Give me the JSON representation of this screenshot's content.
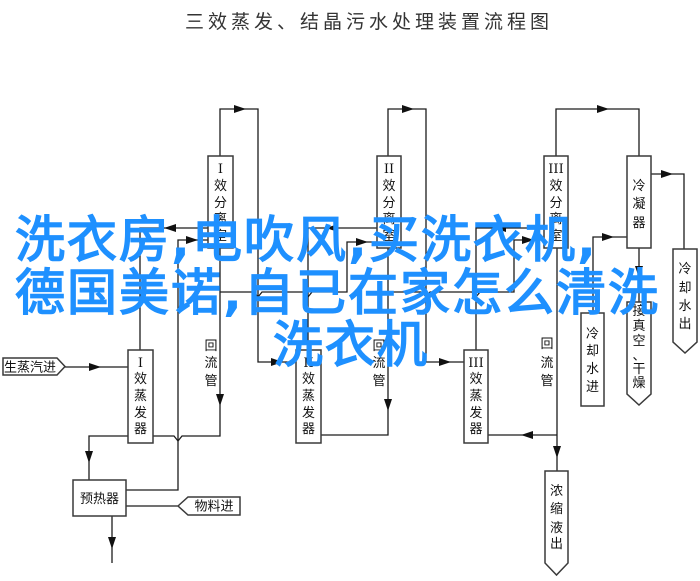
{
  "title": "三效蒸发、结晶污水处理装置流程图",
  "units": {
    "separator_1": {
      "lines": [
        "I",
        "效",
        "分",
        "离",
        "室"
      ]
    },
    "separator_2": {
      "lines": [
        "II",
        "效",
        "分",
        "离",
        "室"
      ]
    },
    "separator_3": {
      "lines": [
        "III",
        "效",
        "分",
        "离",
        "室"
      ]
    },
    "evaporator_1": {
      "lines": [
        "I",
        "效",
        "蒸",
        "发",
        "器"
      ]
    },
    "evaporator_2": {
      "lines": [
        "II",
        "效",
        "蒸",
        "发",
        "器"
      ]
    },
    "evaporator_3": {
      "lines": [
        "III",
        "效",
        "蒸",
        "发",
        "器"
      ]
    },
    "condenser": {
      "lines": [
        "冷",
        "凝",
        "器"
      ]
    },
    "preheater": {
      "label": "预热器"
    },
    "steam_in": {
      "label": "生蒸汽进"
    },
    "feed_in": {
      "label": "物料进"
    },
    "cooling_water_in": {
      "lines": [
        "冷",
        "却",
        "水",
        "进"
      ]
    },
    "cooling_water_out": {
      "lines": [
        "冷",
        "却",
        "水",
        "出"
      ]
    },
    "vacuum_dry": {
      "lines": [
        "接",
        "真",
        "空",
        "、",
        "干",
        "燥"
      ]
    },
    "concentrate_out": {
      "lines": [
        "浓",
        "缩",
        "液",
        "出"
      ]
    },
    "reflux_1": {
      "lines": [
        "回",
        "流",
        "管"
      ]
    },
    "reflux_2": {
      "lines": [
        "回",
        "流",
        "管"
      ]
    },
    "reflux_3": {
      "lines": [
        "回",
        "流",
        "管"
      ]
    }
  },
  "overlay": {
    "color": "#1e90ff",
    "lines": [
      "洗衣房,电吹风,买洗衣机,",
      "德国美诺,自已在家怎么清洗",
      "洗衣机"
    ]
  }
}
